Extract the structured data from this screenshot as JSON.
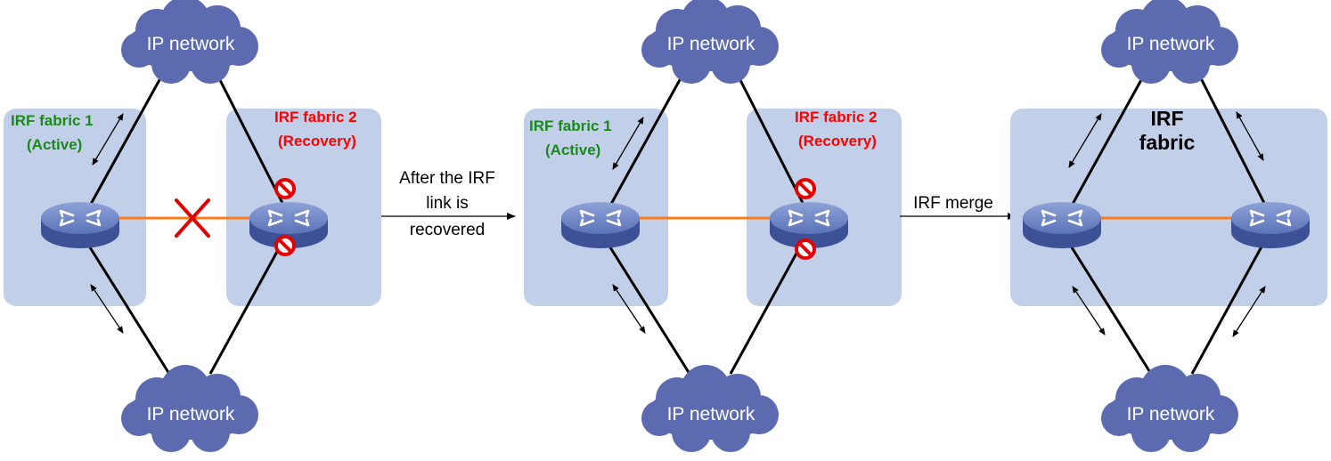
{
  "colors": {
    "cloud": "#5c6bb0",
    "fabric_box": "#c2cfe8",
    "active_label": "#1a8a1a",
    "recovery_label": "#ff0000",
    "irf_link": "#ff7a1a",
    "blocked": "#e00000",
    "switch_body": "#5870b8"
  },
  "icons": [
    "ip-network-cloud-icon",
    "switch-icon",
    "blocked-port-icon",
    "link-failure-cross-icon",
    "bidirectional-arrow-icon"
  ],
  "stage1": {
    "cloud_top": "IP network",
    "cloud_bottom": "IP network",
    "fabric1_label_line1": "IRF fabric 1",
    "fabric1_label_line2": "(Active)",
    "fabric2_label_line1": "IRF fabric 2",
    "fabric2_label_line2": "(Recovery)"
  },
  "transition1": {
    "line1": "After the IRF",
    "line2": "link is",
    "line3": "recovered"
  },
  "stage2": {
    "cloud_top": "IP network",
    "cloud_bottom": "IP network",
    "fabric1_label_line1": "IRF fabric 1",
    "fabric1_label_line2": "(Active)",
    "fabric2_label_line1": "IRF fabric 2",
    "fabric2_label_line2": "(Recovery)"
  },
  "transition2": {
    "label": "IRF merge"
  },
  "stage3": {
    "cloud_top": "IP network",
    "cloud_bottom": "IP network",
    "fabric_label_line1": "IRF",
    "fabric_label_line2": "fabric"
  }
}
